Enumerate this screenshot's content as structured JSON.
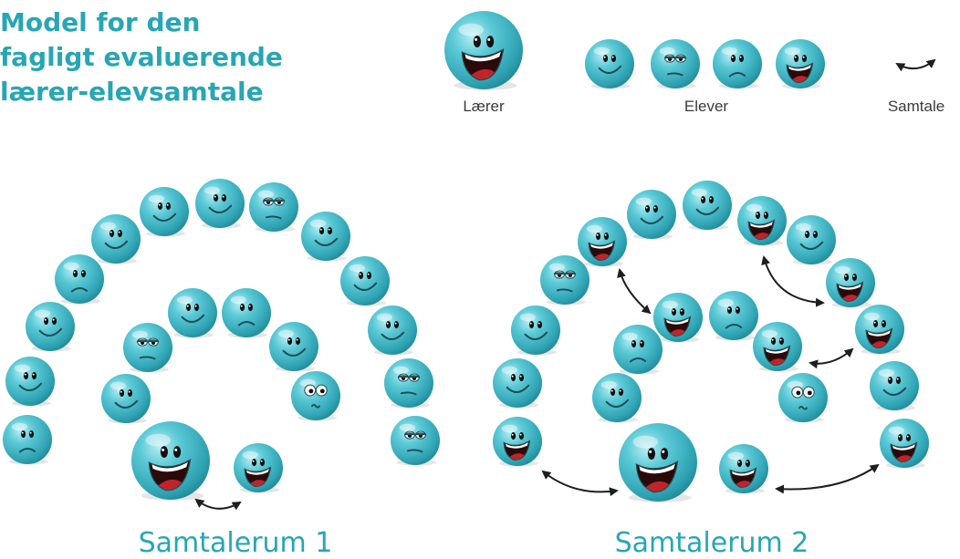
{
  "title": {
    "line1": "Model for den",
    "line2": "fagligt evaluerende",
    "line3": "lærer-elevsamtale"
  },
  "legend": {
    "teacher_label": "Lærer",
    "students_label": "Elever",
    "conversation_label": "Samtale"
  },
  "rooms": [
    {
      "label": "Samtalerum 1"
    },
    {
      "label": "Samtalerum 2"
    }
  ],
  "colors": {
    "accent": "#27a6b5",
    "smiley": "#4fc2cf",
    "mouth": "#b51d1d",
    "arrow": "#1e1e1e"
  }
}
